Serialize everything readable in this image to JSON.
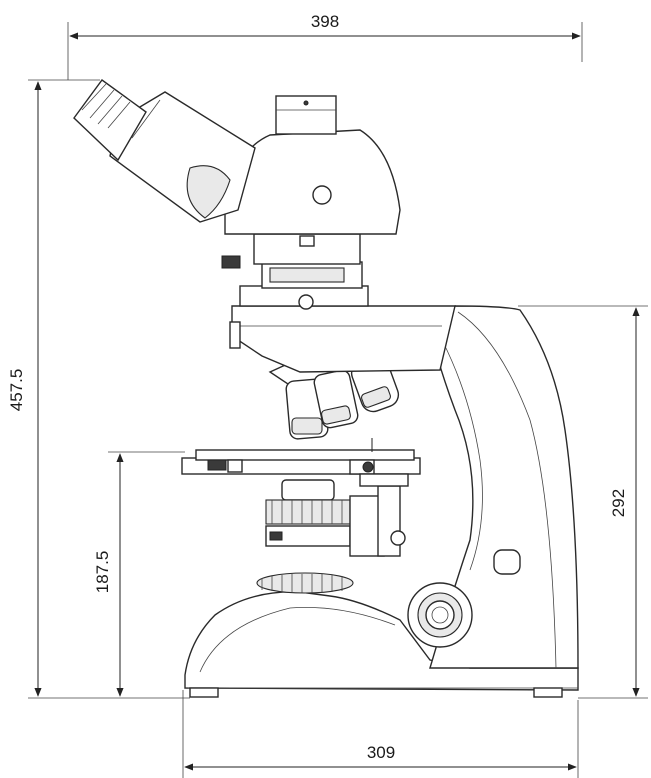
{
  "diagram": {
    "subject": "microscope side elevation",
    "units": "",
    "dimensions": {
      "width_top": "398",
      "height_total": "457.5",
      "height_stage": "187.5",
      "height_arm": "292",
      "width_base": "309"
    }
  },
  "colors": {
    "line": "#222222",
    "fill": "#ffffff",
    "shade": "#e9e9e9",
    "dark": "#3a3a3a"
  }
}
